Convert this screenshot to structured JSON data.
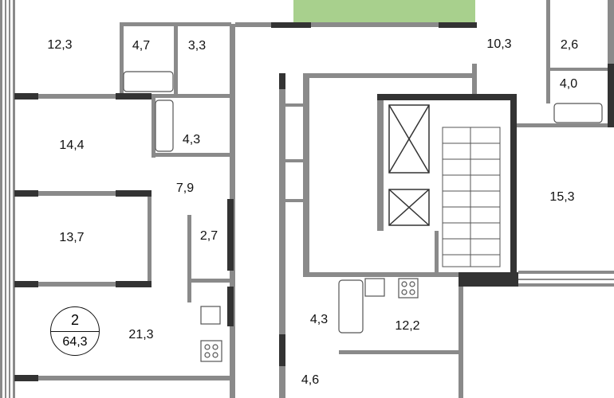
{
  "plan": {
    "colors": {
      "wall": "#8a8a8a",
      "wall_dark": "#333333",
      "highlight": "#a8d08d"
    },
    "unit": {
      "rooms": "2",
      "area": "64,3"
    },
    "rooms": [
      {
        "id": "r1",
        "area": "12,3"
      },
      {
        "id": "r2",
        "area": "4,7"
      },
      {
        "id": "r3",
        "area": "3,3"
      },
      {
        "id": "r4",
        "area": "10,3"
      },
      {
        "id": "r5",
        "area": "2,6"
      },
      {
        "id": "r6",
        "area": "4,0"
      },
      {
        "id": "r7",
        "area": "14,4"
      },
      {
        "id": "r8",
        "area": "4,3"
      },
      {
        "id": "r9",
        "area": "7,9"
      },
      {
        "id": "r10",
        "area": "15,3"
      },
      {
        "id": "r11",
        "area": "13,7"
      },
      {
        "id": "r12",
        "area": "2,7"
      },
      {
        "id": "r13",
        "area": "21,3"
      },
      {
        "id": "r14",
        "area": "4,3"
      },
      {
        "id": "r15",
        "area": "12,2"
      },
      {
        "id": "r16",
        "area": "4,6"
      }
    ]
  }
}
